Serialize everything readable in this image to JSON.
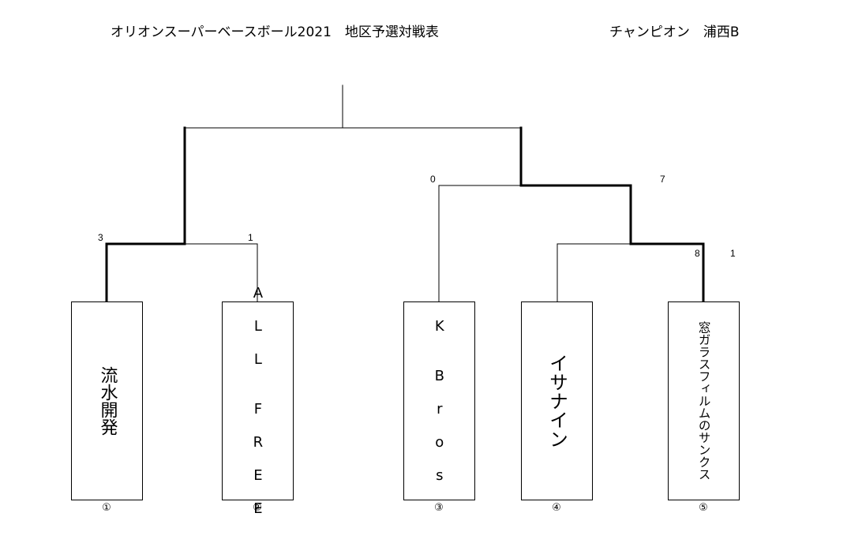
{
  "header": {
    "title": "オリオンスーパーベースボール2021　地区予選対戦表",
    "champion": "チャンピオン　浦西B"
  },
  "teams": [
    {
      "name": "流水開発",
      "seed": "①"
    },
    {
      "name": "A L L  F R E E",
      "seed": "②"
    },
    {
      "name": "K  B r o s",
      "seed": "③"
    },
    {
      "name": "イサナイン",
      "seed": "④"
    },
    {
      "name": "窓ガラスフィルムのサンクス",
      "seed": "⑤"
    }
  ],
  "scores": {
    "team1": "3",
    "team2": "1",
    "team3": "0",
    "semi_right": "7",
    "team5": "8",
    "team4": "1"
  }
}
